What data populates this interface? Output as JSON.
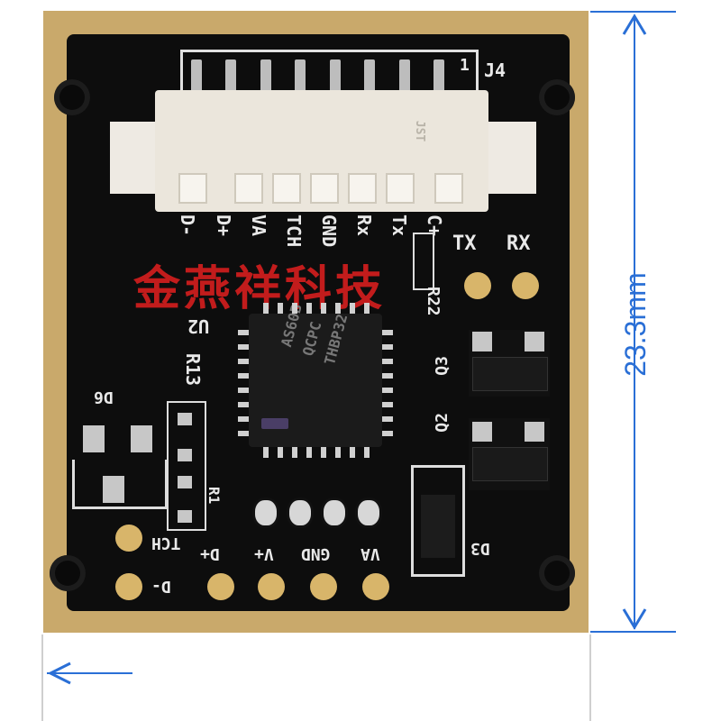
{
  "dimension": {
    "label": "23.3mm",
    "color": "#2a6fd6"
  },
  "watermark": {
    "text": "金燕祥科技",
    "color": "#d21e1e"
  },
  "connector": {
    "ref": "J4",
    "pin1": "1",
    "body_mark": "JST",
    "pins": [
      "D-",
      "D+",
      "VA",
      "TCH",
      "GND",
      "Rx",
      "Tx",
      "C+"
    ]
  },
  "silkscreen": {
    "tx": "TX",
    "rx": "RX",
    "r22": "R22",
    "u2": "U2",
    "r13": "R13",
    "q3": "Q3",
    "q2": "Q2",
    "d6": "D6",
    "r1": "R1",
    "d3": "D3",
    "bottom_pads": [
      "TCH",
      "D-",
      "D+",
      "V+",
      "GND",
      "VA"
    ]
  },
  "chip": {
    "line1": "AS60B",
    "line2": "QCPC",
    "line3": "THBP32"
  }
}
